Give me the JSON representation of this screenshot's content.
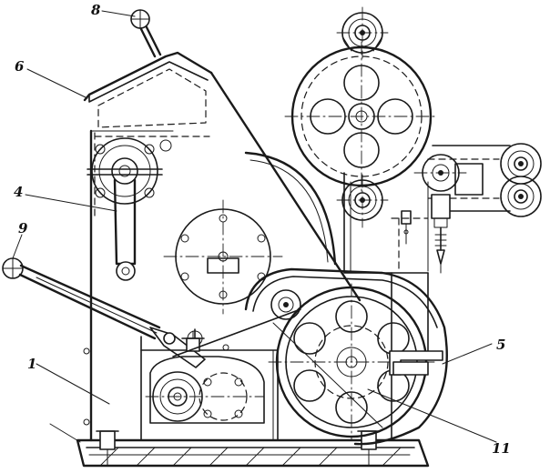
{
  "drawing": {
    "ink_color": "#1a1a1a",
    "background": "#ffffff"
  },
  "callouts": [
    {
      "id": "c8",
      "label": "8"
    },
    {
      "id": "c6",
      "label": "6"
    },
    {
      "id": "c4",
      "label": "4"
    },
    {
      "id": "c9",
      "label": "9"
    },
    {
      "id": "c1",
      "label": "1"
    },
    {
      "id": "c5",
      "label": "5"
    },
    {
      "id": "c11",
      "label": "11"
    }
  ]
}
